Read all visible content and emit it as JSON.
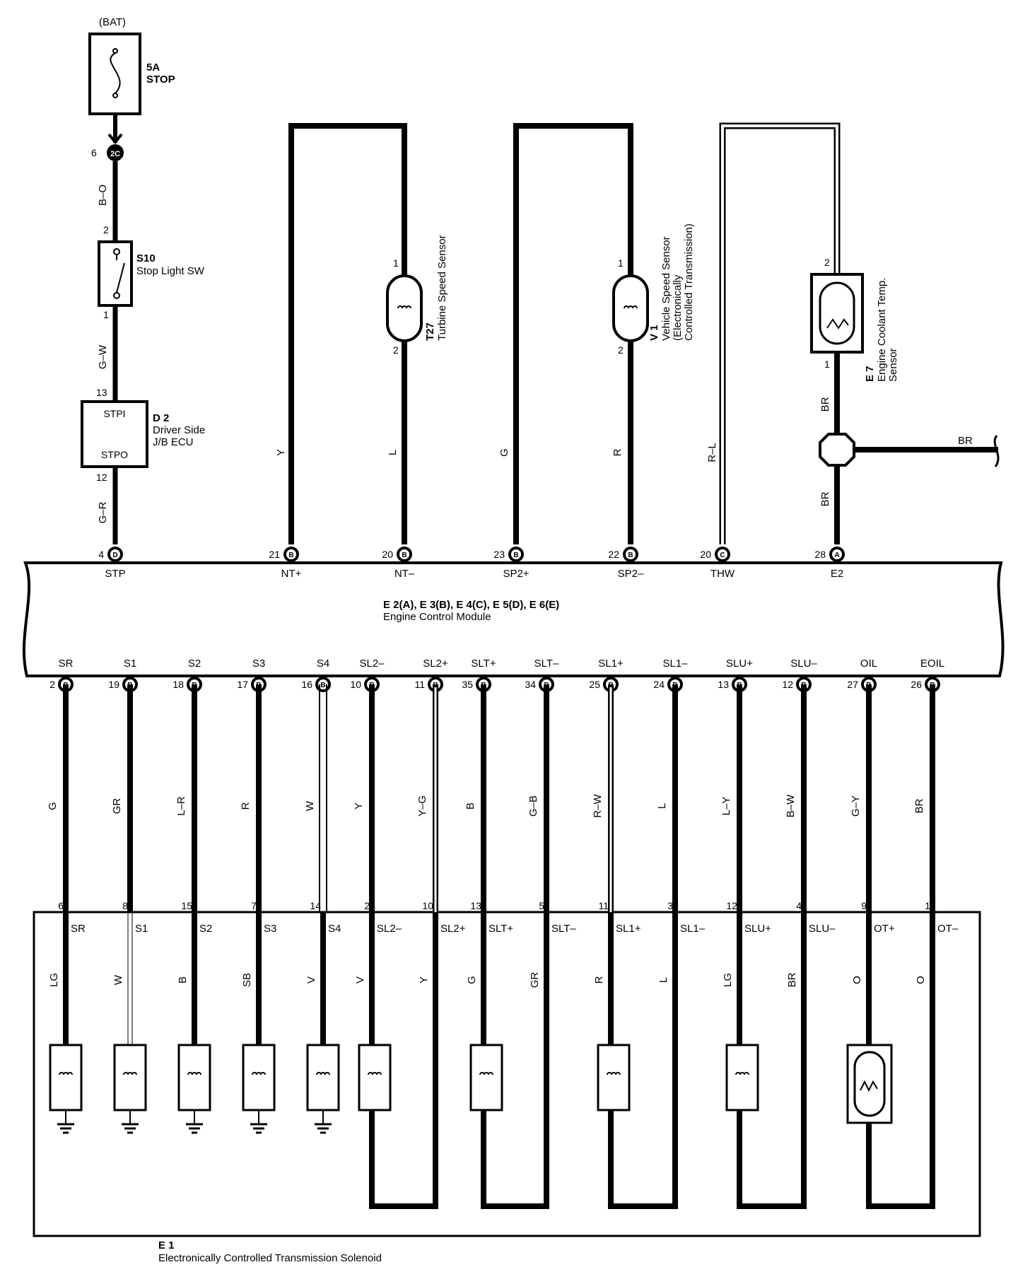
{
  "battery": {
    "label": "(BAT)"
  },
  "fuse": {
    "rating": "5A",
    "name": "STOP"
  },
  "connector_top": {
    "pin": "6",
    "code": "2C"
  },
  "stop_light_switch": {
    "id": "S10",
    "name": "Stop Light SW",
    "pin_top": "2",
    "pin_bottom": "1"
  },
  "driver_jb": {
    "id": "D 2",
    "name_line1": "Driver Side",
    "name_line2": "J/B ECU",
    "term_in": "STPI",
    "term_out": "STPO",
    "pin_in": "13",
    "pin_out": "12"
  },
  "stop_wires": {
    "w1": "B–O",
    "w2": "G–W",
    "w3": "G–R"
  },
  "turbine_sensor": {
    "id": "T27",
    "name": "Turbine Speed Sensor",
    "pin1": "1",
    "pin2": "2"
  },
  "vehicle_speed_sensor": {
    "id": "V 1",
    "name_line1": "Vehicle Speed Sensor",
    "name_line2": "(Electronically",
    "name_line3": "Controlled Transmission)",
    "pin1": "1",
    "pin2": "2"
  },
  "coolant_sensor": {
    "id": "E 7",
    "name_line1": "Engine Coolant Temp.",
    "name_line2": "Sensor",
    "pin1": "2",
    "pin2": "1"
  },
  "top_wire_colors": {
    "ntp": "Y",
    "ntm": "L",
    "sp2p": "G",
    "sp2m": "R",
    "thw": "R–L",
    "e2_upper": "BR",
    "e2_lower": "BR",
    "branch": "BR"
  },
  "ecm": {
    "title": "E 2(A), E 3(B), E 4(C), E 5(D), E 6(E)",
    "name": "Engine Control Module",
    "top_terminals": [
      {
        "pin": "4",
        "conn": "D",
        "name": "STP"
      },
      {
        "pin": "21",
        "conn": "B",
        "name": "NT+"
      },
      {
        "pin": "20",
        "conn": "B",
        "name": "NT–"
      },
      {
        "pin": "23",
        "conn": "B",
        "name": "SP2+"
      },
      {
        "pin": "22",
        "conn": "B",
        "name": "SP2–"
      },
      {
        "pin": "20",
        "conn": "C",
        "name": "THW"
      },
      {
        "pin": "28",
        "conn": "A",
        "name": "E2"
      }
    ],
    "bottom_terminals": [
      {
        "name": "SR",
        "pin": "2",
        "conn": "B",
        "wire": "G",
        "sol_pin": "6",
        "sol_term": "SR",
        "sol_wire": "LG"
      },
      {
        "name": "S1",
        "pin": "19",
        "conn": "B",
        "wire": "GR",
        "sol_pin": "8",
        "sol_term": "S1",
        "sol_wire": "W"
      },
      {
        "name": "S2",
        "pin": "18",
        "conn": "B",
        "wire": "L–R",
        "sol_pin": "15",
        "sol_term": "S2",
        "sol_wire": "B"
      },
      {
        "name": "S3",
        "pin": "17",
        "conn": "B",
        "wire": "R",
        "sol_pin": "7",
        "sol_term": "S3",
        "sol_wire": "SB"
      },
      {
        "name": "S4",
        "pin": "16",
        "conn": "B",
        "wire": "W",
        "sol_pin": "14",
        "sol_term": "S4",
        "sol_wire": "V"
      },
      {
        "name": "SL2–",
        "pin": "10",
        "conn": "B",
        "wire": "Y",
        "sol_pin": "2",
        "sol_term": "SL2–",
        "sol_wire": "V"
      },
      {
        "name": "SL2+",
        "pin": "11",
        "conn": "B",
        "wire": "Y–G",
        "sol_pin": "10",
        "sol_term": "SL2+",
        "sol_wire": "Y"
      },
      {
        "name": "SLT+",
        "pin": "35",
        "conn": "B",
        "wire": "B",
        "sol_pin": "13",
        "sol_term": "SLT+",
        "sol_wire": "G"
      },
      {
        "name": "SLT–",
        "pin": "34",
        "conn": "B",
        "wire": "G–B",
        "sol_pin": "5",
        "sol_term": "SLT–",
        "sol_wire": "GR"
      },
      {
        "name": "SL1+",
        "pin": "25",
        "conn": "B",
        "wire": "R–W",
        "sol_pin": "11",
        "sol_term": "SL1+",
        "sol_wire": "R"
      },
      {
        "name": "SL1–",
        "pin": "24",
        "conn": "B",
        "wire": "L",
        "sol_pin": "3",
        "sol_term": "SL1–",
        "sol_wire": "L"
      },
      {
        "name": "SLU+",
        "pin": "13",
        "conn": "B",
        "wire": "L–Y",
        "sol_pin": "12",
        "sol_term": "SLU+",
        "sol_wire": "LG"
      },
      {
        "name": "SLU–",
        "pin": "12",
        "conn": "B",
        "wire": "B–W",
        "sol_pin": "4",
        "sol_term": "SLU–",
        "sol_wire": "BR"
      },
      {
        "name": "OIL",
        "pin": "27",
        "conn": "B",
        "wire": "G–Y",
        "sol_pin": "9",
        "sol_term": "OT+",
        "sol_wire": "O"
      },
      {
        "name": "EOIL",
        "pin": "26",
        "conn": "B",
        "wire": "BR",
        "sol_pin": "1",
        "sol_term": "OT–",
        "sol_wire": "O"
      }
    ]
  },
  "solenoid_box": {
    "id": "E 1",
    "name": "Electronically Controlled Transmission Solenoid"
  }
}
